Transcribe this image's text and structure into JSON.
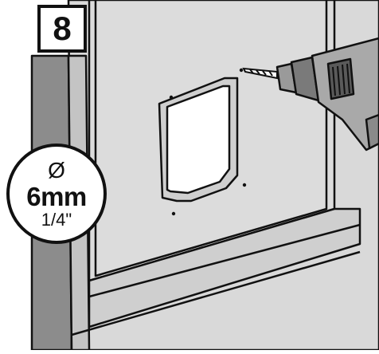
{
  "step": {
    "number": "8"
  },
  "drill_bit": {
    "symbol": "Ø",
    "metric": "6mm",
    "imperial": "1/4\""
  },
  "colors": {
    "outline": "#111111",
    "panel": "#d9d9d9",
    "panel_shadow": "#bcbcbc",
    "frame_dark": "#8c8c8c",
    "background": "#ffffff"
  },
  "icons": [
    "power-drill-icon",
    "drill-bit-icon",
    "pilot-hole-mark-icon"
  ]
}
